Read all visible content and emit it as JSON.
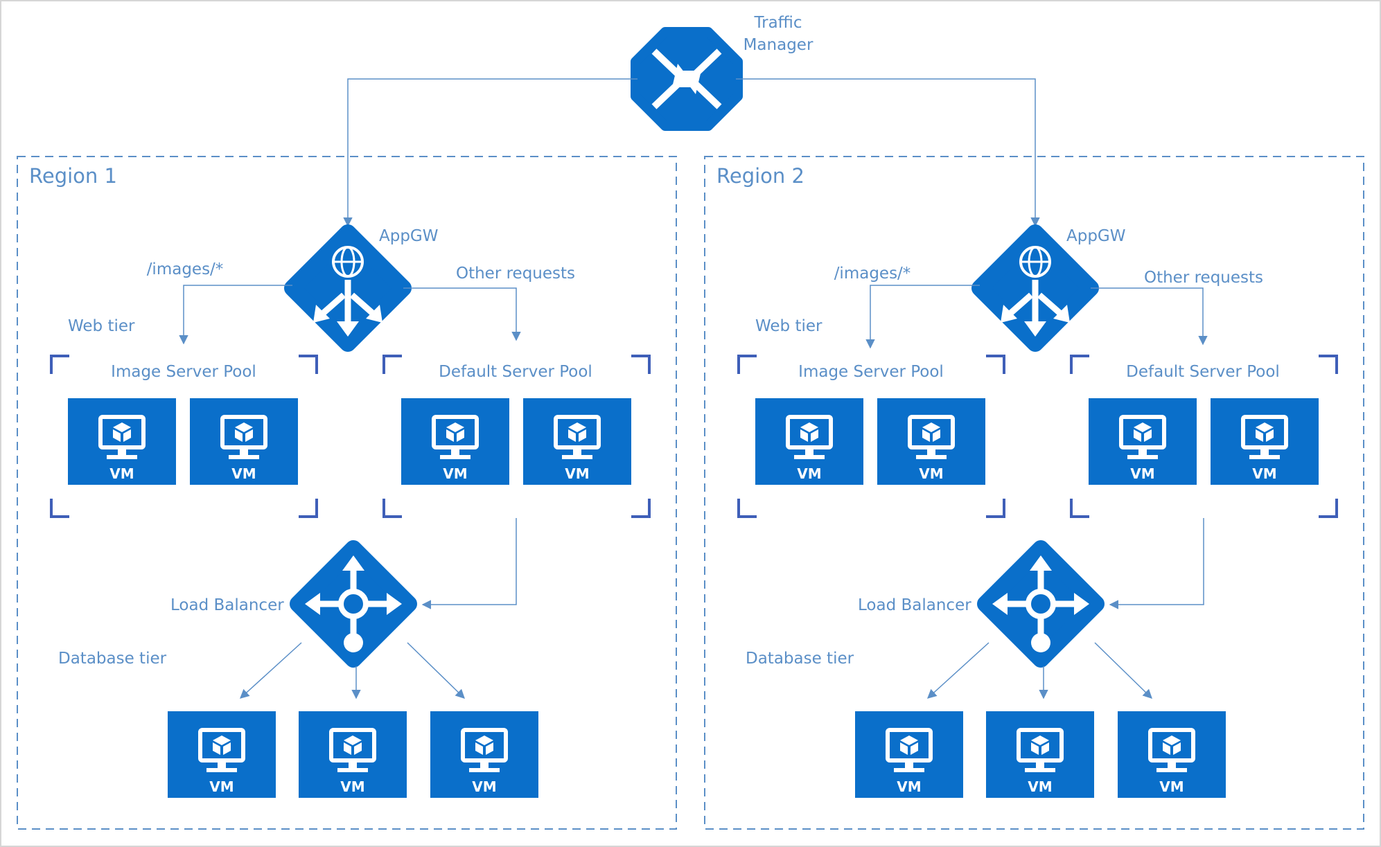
{
  "traffic_manager": {
    "label_line1": "Traffic",
    "label_line2": "Manager"
  },
  "regions": [
    {
      "title": "Region 1",
      "appgw_label": "AppGW",
      "images_route": "/images/*",
      "other_route": "Other requests",
      "web_tier_label": "Web tier",
      "image_pool": {
        "title": "Image Server Pool",
        "vms": [
          "VM",
          "VM"
        ]
      },
      "default_pool": {
        "title": "Default Server Pool",
        "vms": [
          "VM",
          "VM"
        ]
      },
      "lb_label": "Load Balancer",
      "db_tier_label": "Database tier",
      "db_vms": [
        "VM",
        "VM",
        "VM"
      ]
    },
    {
      "title": "Region 2",
      "appgw_label": "AppGW",
      "images_route": "/images/*",
      "other_route": "Other requests",
      "web_tier_label": "Web tier",
      "image_pool": {
        "title": "Image Server Pool",
        "vms": [
          "VM",
          "VM"
        ]
      },
      "default_pool": {
        "title": "Default Server Pool",
        "vms": [
          "VM",
          "VM"
        ]
      },
      "lb_label": "Load Balancer",
      "db_tier_label": "Database tier",
      "db_vms": [
        "VM",
        "VM",
        "VM"
      ]
    }
  ],
  "colors": {
    "icon_blue": "#0a6fca",
    "line_blue": "#5b8fc7",
    "region_border": "#5b8fc7",
    "pool_bracket": "#3f5fb8"
  }
}
